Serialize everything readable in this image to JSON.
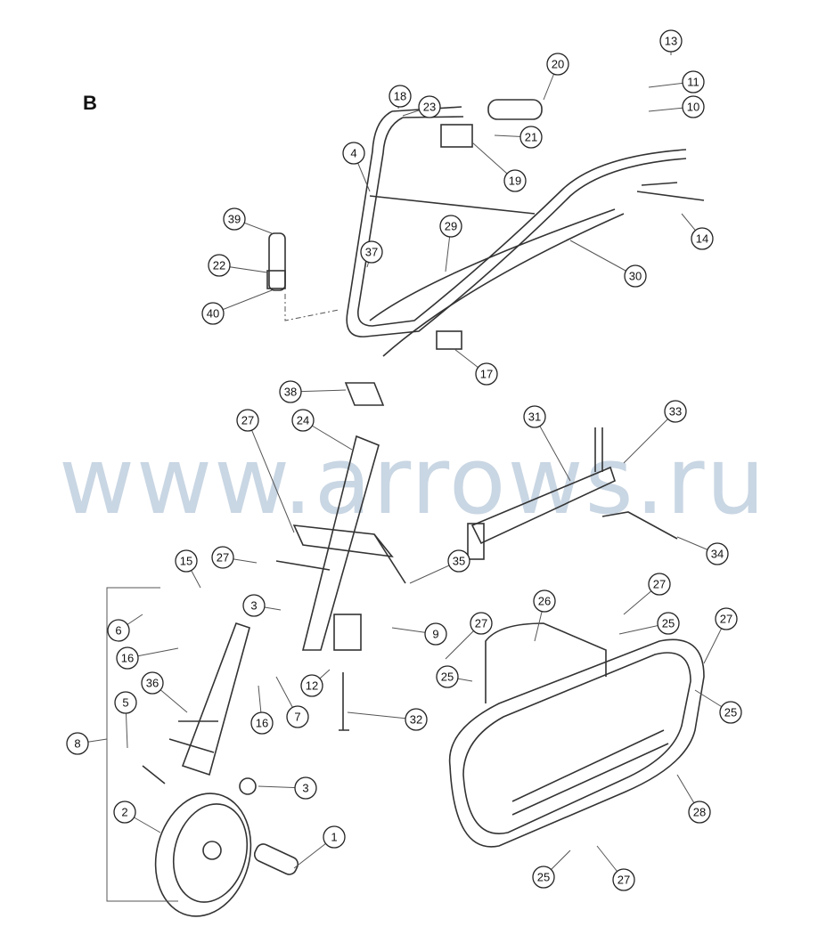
{
  "section_label": "B",
  "watermark": "www.arrows.ru",
  "callouts": [
    "13",
    "11",
    "10",
    "20",
    "18",
    "23",
    "21",
    "4",
    "19",
    "14",
    "29",
    "30",
    "37",
    "39",
    "22",
    "40",
    "17",
    "38",
    "33",
    "31",
    "24",
    "27",
    "34",
    "27",
    "35",
    "15",
    "3",
    "6",
    "9",
    "16",
    "36",
    "12",
    "7",
    "16",
    "32",
    "5",
    "8",
    "3",
    "2",
    "1",
    "26",
    "27",
    "25",
    "27",
    "27",
    "25",
    "25",
    "28",
    "25",
    "27"
  ]
}
